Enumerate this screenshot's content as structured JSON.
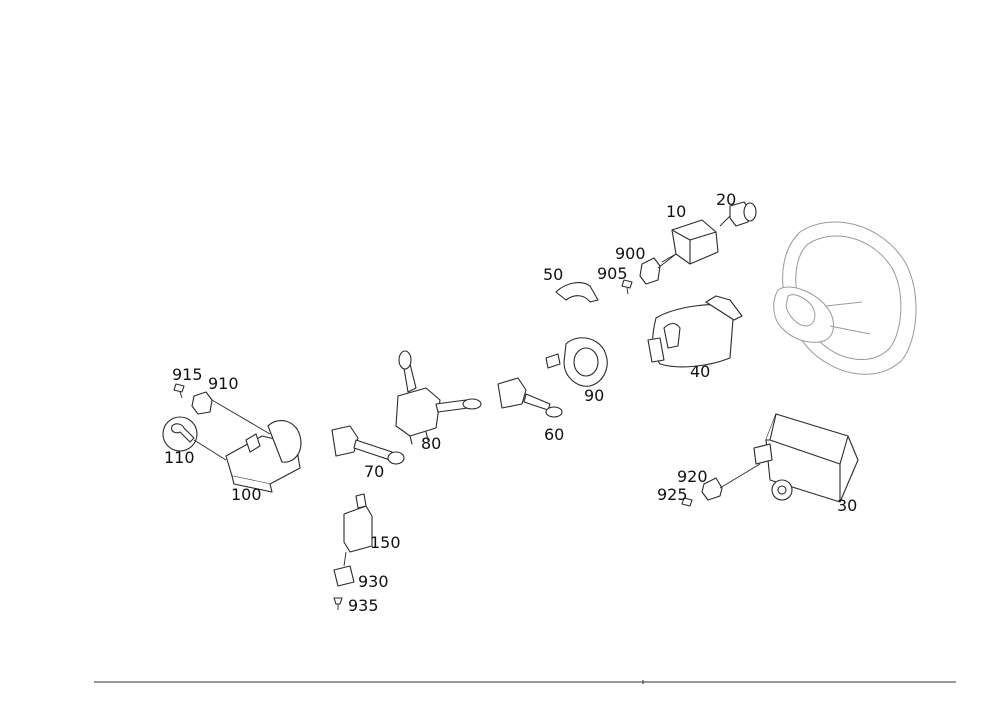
{
  "diagram": {
    "callouts": {
      "p10": "10",
      "p20": "20",
      "p30": "30",
      "p40": "40",
      "p50": "50",
      "p60": "60",
      "p70": "70",
      "p80": "80",
      "p90": "90",
      "p100": "100",
      "p110": "110",
      "p150": "150",
      "p900": "900",
      "p905": "905",
      "p910": "910",
      "p915": "915",
      "p920": "920",
      "p925": "925",
      "p930": "930",
      "p935": "935"
    },
    "icons": {
      "tool_symbol": "wrench-icon"
    },
    "colors": {
      "line": "#2a2a2a",
      "wheel_outline": "#9a9a9a",
      "background": "#ffffff"
    }
  }
}
